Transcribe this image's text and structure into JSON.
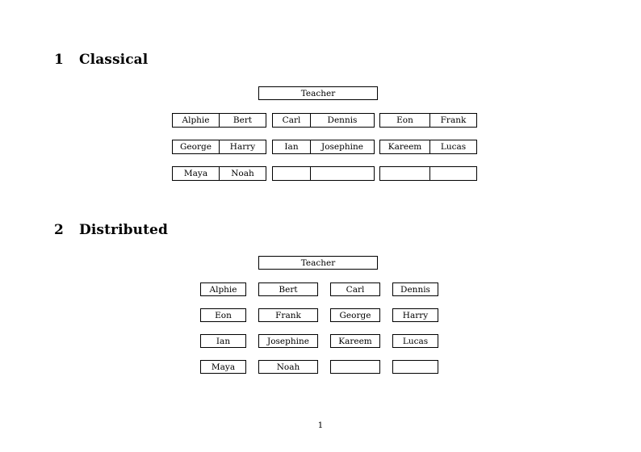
{
  "document": {
    "page_number": "1",
    "sections": [
      {
        "number": "1",
        "title": "Classical"
      },
      {
        "number": "2",
        "title": "Distributed"
      }
    ]
  },
  "classical": {
    "teacher_label": "Teacher",
    "groups": [
      {
        "rows": [
          [
            "Alphie",
            "Bert"
          ],
          [
            "George",
            "Harry"
          ],
          [
            "Maya",
            "Noah"
          ]
        ]
      },
      {
        "rows": [
          [
            "Carl",
            "Dennis"
          ],
          [
            "Ian",
            "Josephine"
          ],
          [
            "",
            ""
          ]
        ]
      },
      {
        "rows": [
          [
            "Eon",
            "Frank"
          ],
          [
            "Kareem",
            "Lucas"
          ],
          [
            "",
            ""
          ]
        ]
      }
    ]
  },
  "distributed": {
    "teacher_label": "Teacher",
    "rows": [
      [
        "Alphie",
        "Bert",
        "Carl",
        "Dennis"
      ],
      [
        "Eon",
        "Frank",
        "George",
        "Harry"
      ],
      [
        "Ian",
        "Josephine",
        "Kareem",
        "Lucas"
      ],
      [
        "Maya",
        "Noah",
        "",
        ""
      ]
    ]
  },
  "colors": {
    "page_background": "#ffffff",
    "text": "#000000",
    "border": "#000000"
  }
}
